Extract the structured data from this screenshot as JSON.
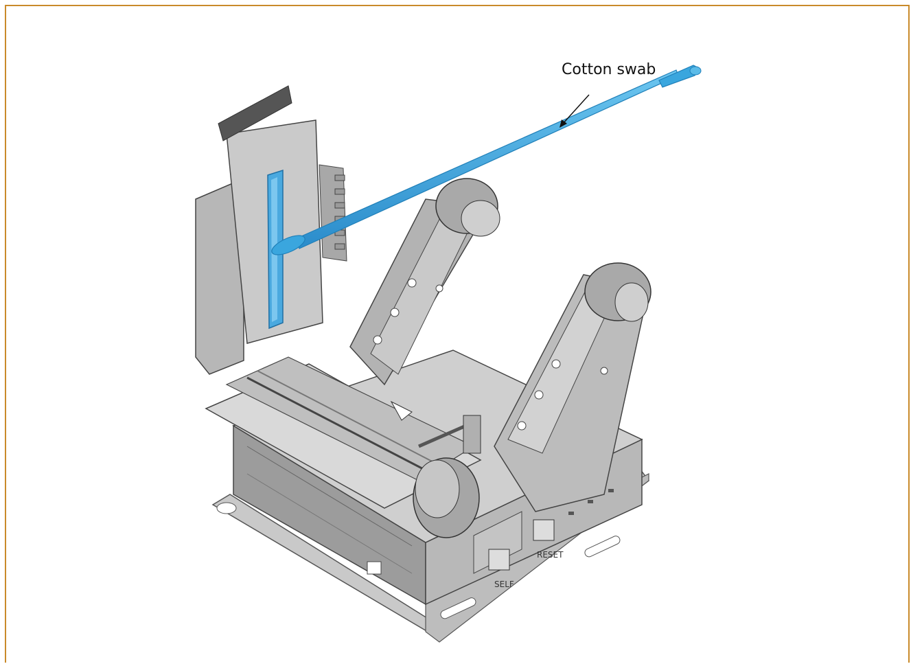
{
  "callout": {
    "label": "Cotton swab"
  },
  "panel": {
    "buttons": {
      "self": "SELF",
      "reset": "RESET"
    }
  },
  "colors": {
    "frame": "#c98a2a",
    "swab": "#3aa6de",
    "swab_dark": "#1f7fb8",
    "metal_light": "#d6d6d6",
    "metal_mid": "#a9a9a9",
    "metal_dark": "#6f6f6f",
    "head_highlight": "#4aa9df"
  }
}
